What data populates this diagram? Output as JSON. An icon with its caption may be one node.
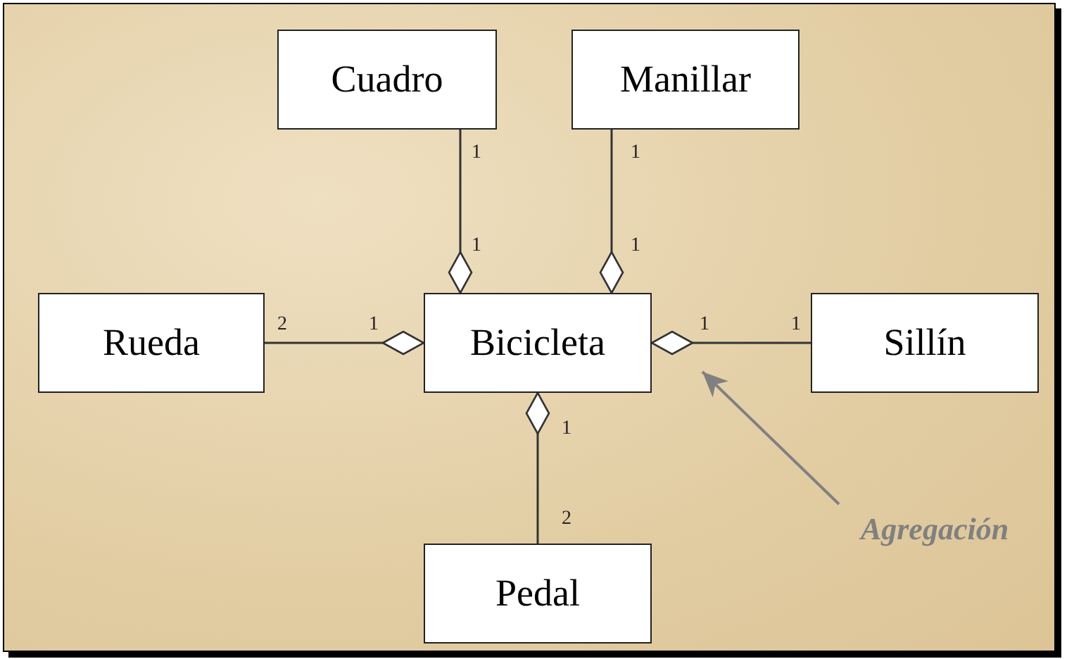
{
  "diagram": {
    "nodes": [
      {
        "text": [
          "Cuadro"
        ]
      },
      {
        "text": [
          "Manillar"
        ]
      },
      {
        "text": [
          "Rueda"
        ]
      },
      {
        "text": [
          "Bicicleta"
        ]
      },
      {
        "text": [
          "Sillín"
        ]
      },
      {
        "text": [
          "Pedal"
        ]
      },
      {
        "text": [
          "Agregación"
        ]
      }
    ],
    "edges": [
      {
        "from": 0,
        "to": 3,
        "arrow": "other"
      },
      {
        "from": 1,
        "to": 3,
        "arrow": "other"
      },
      {
        "from": 2,
        "to": 3,
        "arrow": "other"
      },
      {
        "from": 4,
        "to": 3,
        "arrow": "other"
      },
      {
        "from": 5,
        "to": 3,
        "arrow": "other"
      },
      {
        "from": 6,
        "to": null,
        "arrow": "to",
        "color": "#808080"
      }
    ],
    "labels": [
      "1",
      "1",
      "1",
      "1",
      "2",
      "1",
      "1",
      "1",
      "1",
      "2"
    ]
  }
}
